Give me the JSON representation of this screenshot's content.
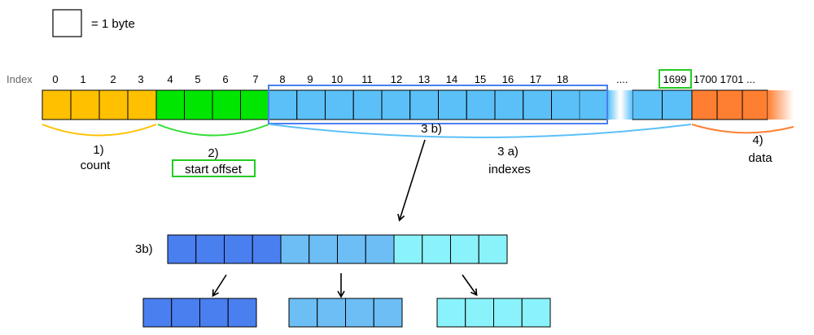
{
  "legend": {
    "text": "= 1 byte"
  },
  "index_label": "Index",
  "index_numbers": [
    "0",
    "1",
    "2",
    "3",
    "4",
    "5",
    "6",
    "7",
    "8",
    "9",
    "10",
    "11",
    "12",
    "13",
    "14",
    "15",
    "16",
    "17",
    "18"
  ],
  "index_ellipsis": "....",
  "index_boxed": "1699",
  "index_tail": "1700 1701 ...",
  "sections": {
    "count": {
      "num": "1)",
      "name": "count"
    },
    "start_offset": {
      "num": "2)",
      "name": "start offset"
    },
    "indexes": {
      "num": "3 a)",
      "name": "indexes"
    },
    "group": {
      "name": "3 b)"
    },
    "data": {
      "num": "4)",
      "name": "data"
    }
  },
  "detail_label": "3b)",
  "colors": {
    "count": "#FFC000",
    "start_offset": "#00E600",
    "indexes": "#5BC0F8",
    "data": "#FF7F32",
    "dark_blue": "#4A7FF0",
    "mid_blue": "#6CBEF5",
    "cyan": "#8AF2FA",
    "highlight_green": "#22CC22"
  }
}
